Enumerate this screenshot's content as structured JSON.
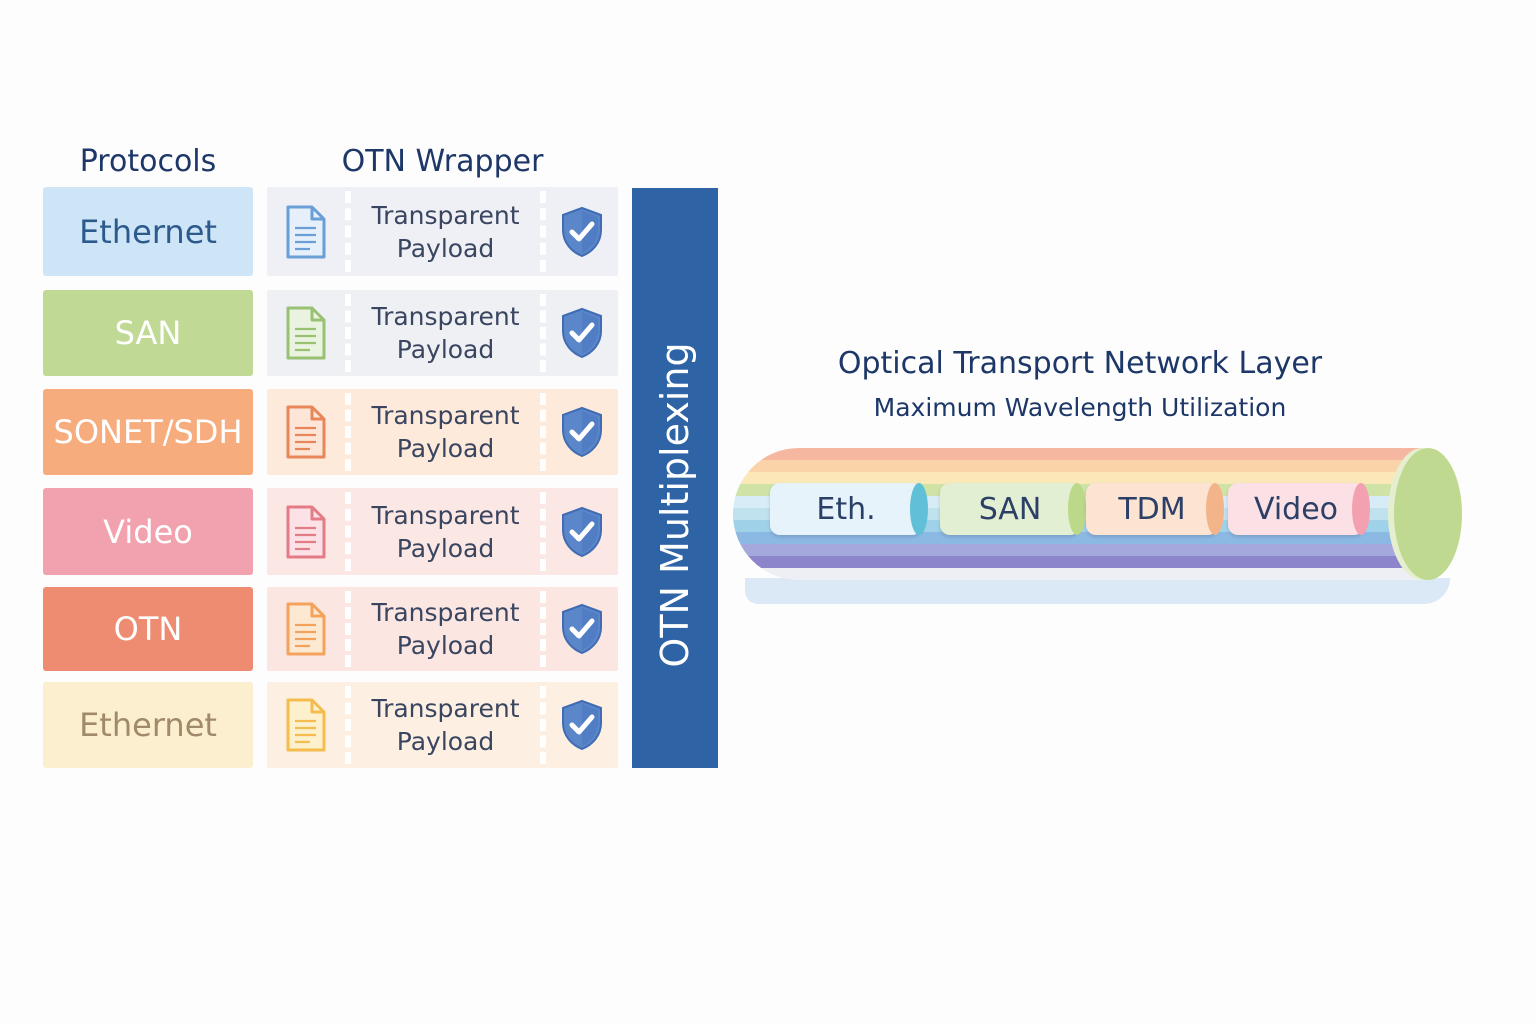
{
  "headers": {
    "protocols": "Protocols",
    "wrapper": "OTN Wrapper"
  },
  "protocols": [
    {
      "label": "Ethernet",
      "bg": "#cde5f7",
      "fg": "#2d5a8c"
    },
    {
      "label": "SAN",
      "bg": "#c0da95",
      "fg": "#ffffff"
    },
    {
      "label": "SONET/SDH",
      "bg": "#f7ac7e",
      "fg": "#ffffff"
    },
    {
      "label": "Video",
      "bg": "#f2a1ae",
      "fg": "#ffffff"
    },
    {
      "label": "OTN",
      "bg": "#ee8c72",
      "fg": "#ffffff"
    },
    {
      "label": "Ethernet",
      "bg": "#fcefcf",
      "fg": "#a08a6a"
    }
  ],
  "wrappers": [
    {
      "line1": "Transparent",
      "line2": "Payload",
      "bg": "#eef0f5",
      "doc_color": "#6a9ed6",
      "doc_fill": "#e6f0fb"
    },
    {
      "line1": "Transparent",
      "line2": "Payload",
      "bg": "#eef0f4",
      "doc_color": "#98c173",
      "doc_fill": "#eaf3df"
    },
    {
      "line1": "Transparent",
      "line2": "Payload",
      "bg": "#fdeadb",
      "doc_color": "#e8865a",
      "doc_fill": "#fde6d8"
    },
    {
      "line1": "Transparent",
      "line2": "Payload",
      "bg": "#fbe7e4",
      "doc_color": "#e47c88",
      "doc_fill": "#fce2e6"
    },
    {
      "line1": "Transparent",
      "line2": "Payload",
      "bg": "#fbe6e2",
      "doc_color": "#f3a35c",
      "doc_fill": "#fde8d2"
    },
    {
      "line1": "Transparent",
      "line2": "Payload",
      "bg": "#fdf0e3",
      "doc_color": "#f4bd4e",
      "doc_fill": "#fdf0cd"
    }
  ],
  "icons": {
    "document": "document-icon",
    "shield": "shield-check-icon"
  },
  "multiplexing": {
    "label": "OTN Multiplexing",
    "color": "#2e63a6"
  },
  "network": {
    "title": "Optical Transport Network Layer",
    "subtitle": "Maximum Wavelength Utilization"
  },
  "fiber": {
    "stripe_colors": [
      "#f6b7a1",
      "#fbd3a8",
      "#fbe8b8",
      "#cfe3a6",
      "#d7ecf6",
      "#c0e1ee",
      "#9fd2e8",
      "#8bb9e3",
      "#a5a8dc",
      "#8c85cc",
      "#eeeef5"
    ]
  },
  "tributaries": [
    {
      "label": "Eth.",
      "bg": "#e6f3fb",
      "end_color": "#5fc0d8"
    },
    {
      "label": "SAN",
      "bg": "#e3efd2",
      "end_color": "#bcd98a"
    },
    {
      "label": "TDM",
      "bg": "#fde4d2",
      "end_color": "#f3b48a"
    },
    {
      "label": "Video",
      "bg": "#fbe0e6",
      "end_color": "#f3a1b0"
    }
  ]
}
